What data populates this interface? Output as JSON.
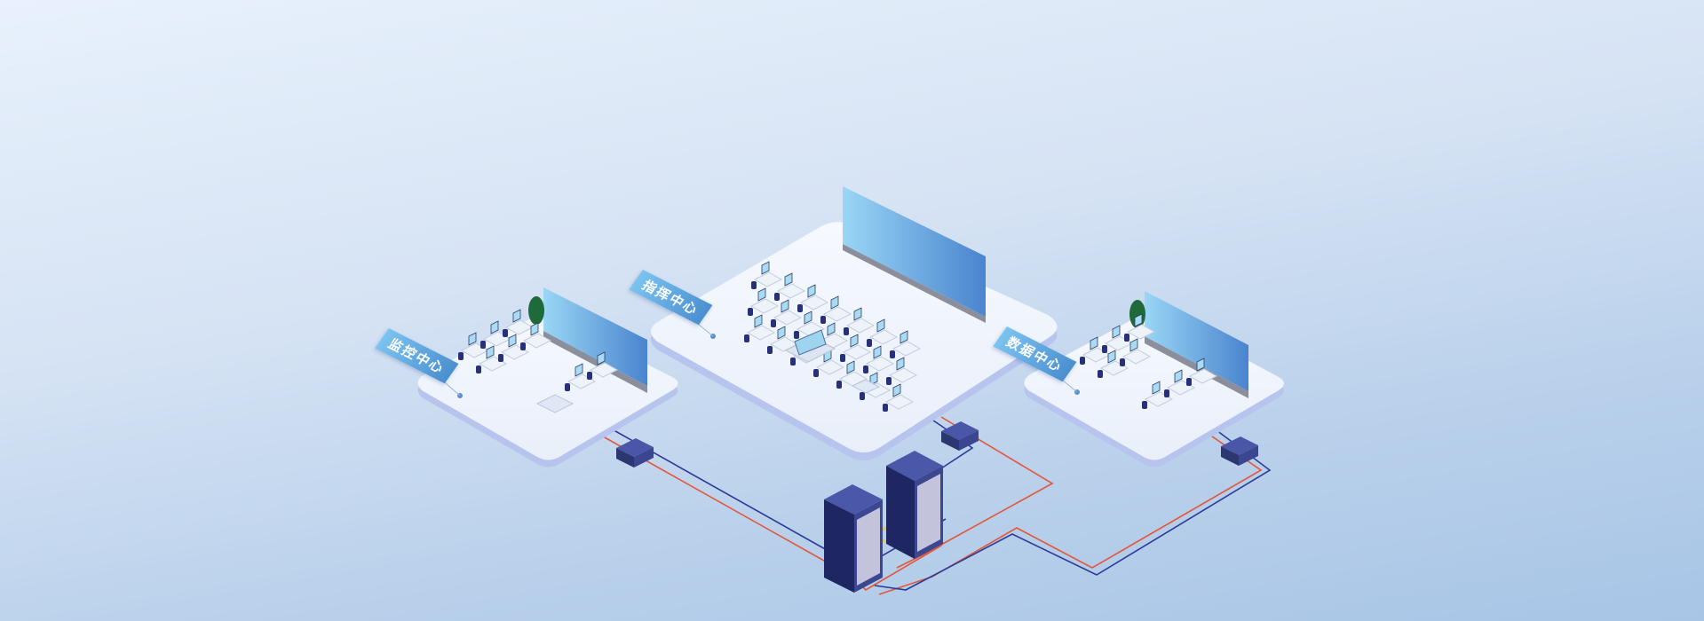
{
  "zones": [
    {
      "id": "monitor",
      "label": "监控中心"
    },
    {
      "id": "command",
      "label": "指挥中心"
    },
    {
      "id": "data",
      "label": "数据中心"
    }
  ],
  "colors": {
    "platform": "#f1f5fc",
    "screen_start": "#8fd0f4",
    "screen_end": "#4a86d0",
    "rack": "#2f3a80",
    "cable_red": "#e4553b",
    "cable_blue": "#2c3b9a",
    "cable_yellow": "#f4c531"
  }
}
